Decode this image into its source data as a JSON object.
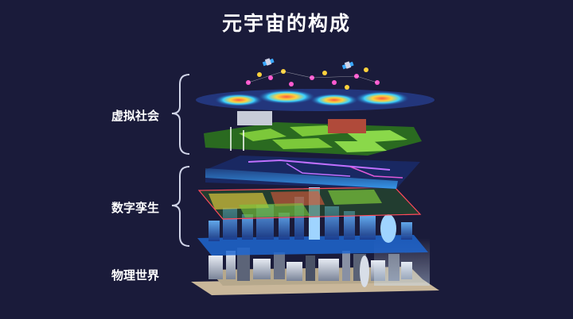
{
  "title": "元宇宙的构成",
  "layers": [
    {
      "label": "虚拟社会"
    },
    {
      "label": "数字孪生"
    },
    {
      "label": "物理世界"
    }
  ],
  "colors": {
    "background": "#1a1b3a",
    "text": "#ffffff",
    "bracket": "#d0d4e8",
    "grass": "#7cc83a",
    "accent_blue": "#3aa8ff",
    "accent_purple": "#c070ff"
  }
}
